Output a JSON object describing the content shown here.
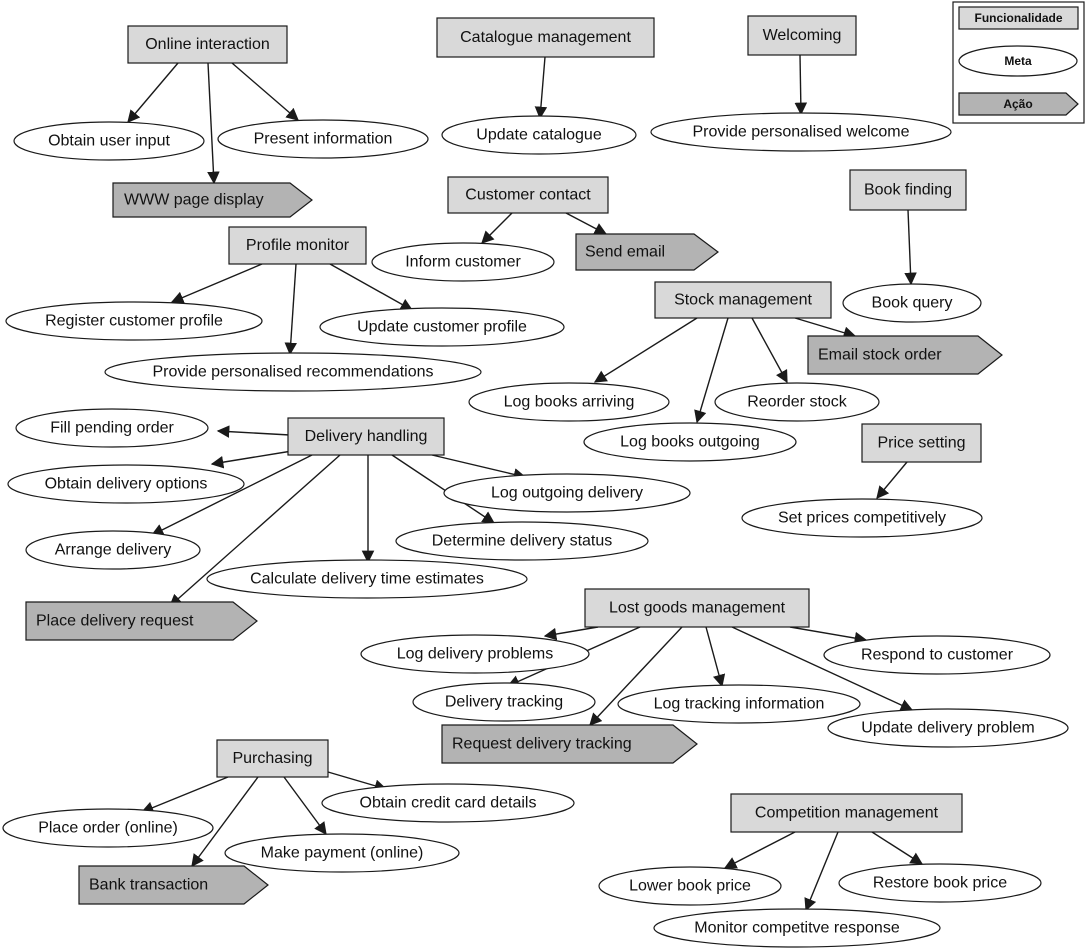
{
  "legend": {
    "functionality": "Funcionalidade",
    "goal": "Meta",
    "action": "Ação"
  },
  "nodes": {
    "online_interaction": "Online interaction",
    "obtain_user_input": "Obtain user input",
    "present_information": "Present information",
    "www_page_display": "WWW page display",
    "catalogue_management": "Catalogue management",
    "update_catalogue": "Update catalogue",
    "welcoming": "Welcoming",
    "provide_personalised_welcome": "Provide personalised welcome",
    "customer_contact": "Customer contact",
    "inform_customer": "Inform customer",
    "send_email": "Send email",
    "book_finding": "Book finding",
    "book_query": "Book query",
    "profile_monitor": "Profile monitor",
    "register_customer_profile": "Register customer profile",
    "update_customer_profile": "Update customer profile",
    "provide_personalised_recommendations": "Provide personalised recommendations",
    "stock_management": "Stock management",
    "email_stock_order": "Email stock order",
    "log_books_arriving": "Log books arriving",
    "reorder_stock": "Reorder stock",
    "log_books_outgoing": "Log books outgoing",
    "delivery_handling": "Delivery handling",
    "fill_pending_order": "Fill pending order",
    "obtain_delivery_options": "Obtain delivery options",
    "log_outgoing_delivery": "Log outgoing delivery",
    "arrange_delivery": "Arrange delivery",
    "determine_delivery_status": "Determine delivery status",
    "calculate_delivery_time_estimates": "Calculate delivery time estimates",
    "place_delivery_request": "Place delivery request",
    "price_setting": "Price setting",
    "set_prices_competitively": "Set prices competitively",
    "lost_goods_management": "Lost goods management",
    "log_delivery_problems": "Log delivery problems",
    "respond_to_customer": "Respond to customer",
    "delivery_tracking": "Delivery tracking",
    "log_tracking_information": "Log tracking information",
    "update_delivery_problem": "Update delivery problem",
    "request_delivery_tracking": "Request delivery tracking",
    "purchasing": "Purchasing",
    "obtain_credit_card_details": "Obtain credit card details",
    "place_order_online": "Place order (online)",
    "make_payment_online": "Make payment (online)",
    "bank_transaction": "Bank transaction",
    "competition_management": "Competition management",
    "lower_book_price": "Lower book price",
    "restore_book_price": "Restore book price",
    "monitor_competitive_response": "Monitor competitve response"
  }
}
